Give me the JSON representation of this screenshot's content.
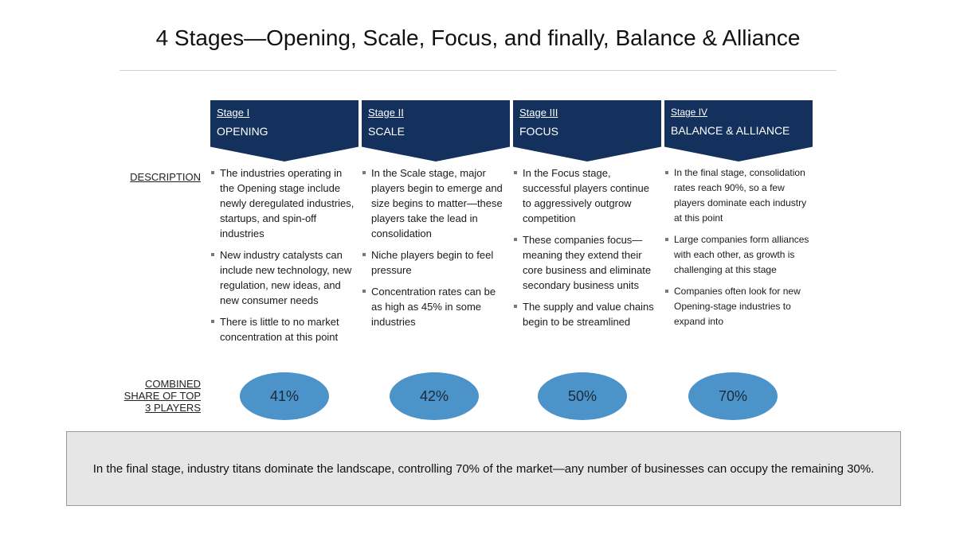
{
  "title": "4 Stages—Opening,  Scale,  Focus, and finally,  Balance & Alliance",
  "colors": {
    "chevron": "#13315c",
    "ellipse": "#4b93c8",
    "summary_bg": "#e6e6e6"
  },
  "row_labels": {
    "description": "DESCRIPTION",
    "share_line1": "COMBINED",
    "share_line2": "SHARE OF TOP",
    "share_line3": "3 PLAYERS"
  },
  "stages": [
    {
      "num": "Stage I",
      "name": "OPENING",
      "share": "41%",
      "bullets": [
        "The industries operating in the Opening stage include newly deregulated industries, startups, and spin-off industries",
        "New industry catalysts can include new technology, new regulation, new ideas, and new consumer needs",
        "There is little to no market concentration at this point"
      ]
    },
    {
      "num": "Stage II",
      "name": "SCALE",
      "share": "42%",
      "bullets": [
        "In the Scale stage, major players begin to emerge and size begins to matter—these players take the lead in consolidation",
        "Niche players begin to feel pressure",
        "Concentration rates can be as high as 45% in some industries"
      ]
    },
    {
      "num": "Stage III",
      "name": "FOCUS",
      "share": "50%",
      "bullets": [
        "In the Focus stage, successful players continue to aggressively outgrow competition",
        "These companies focus—meaning they extend their core business and eliminate secondary business units",
        "The supply and value chains begin to be streamlined"
      ]
    },
    {
      "num": "Stage IV",
      "name": "BALANCE & ALLIANCE",
      "share": "70%",
      "bullets": [
        "In the final stage, consolidation rates reach 90%, so a few players dominate each industry at this point",
        "Large companies form alliances with each other, as growth is challenging at this stage",
        "Companies often look for new Opening-stage industries to expand into"
      ]
    }
  ],
  "summary": "In the final stage, industry titans dominate the landscape, controlling 70% of the market—any number of businesses can occupy the remaining 30%."
}
